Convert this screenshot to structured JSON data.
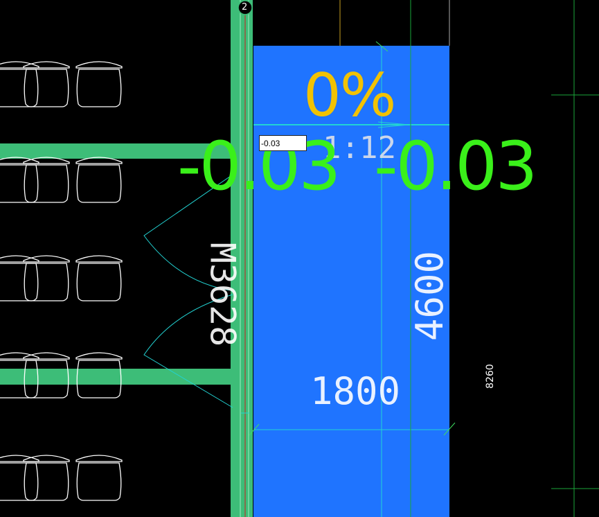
{
  "canvas": {
    "grid_bubble": "2",
    "grade_label": "0%",
    "slope_label": "1:12",
    "elevation_left": "-0.03",
    "elevation_right": "-0.03",
    "door_tag": "M3628",
    "dim_width": "1800",
    "dim_length": "4600",
    "dim_overall": "8260"
  },
  "input": {
    "value": "-0.03"
  },
  "colors": {
    "background": "#000000",
    "region_fill": "#1f74ff",
    "wall_green": "#3dbd78",
    "elevation_text": "#3af01a",
    "grade_text": "#f2c200",
    "cyan_lines": "#22d3d3"
  },
  "icons": {
    "chair": "armchair-outline-icon",
    "bubble": "grid-axis-bubble-icon"
  }
}
